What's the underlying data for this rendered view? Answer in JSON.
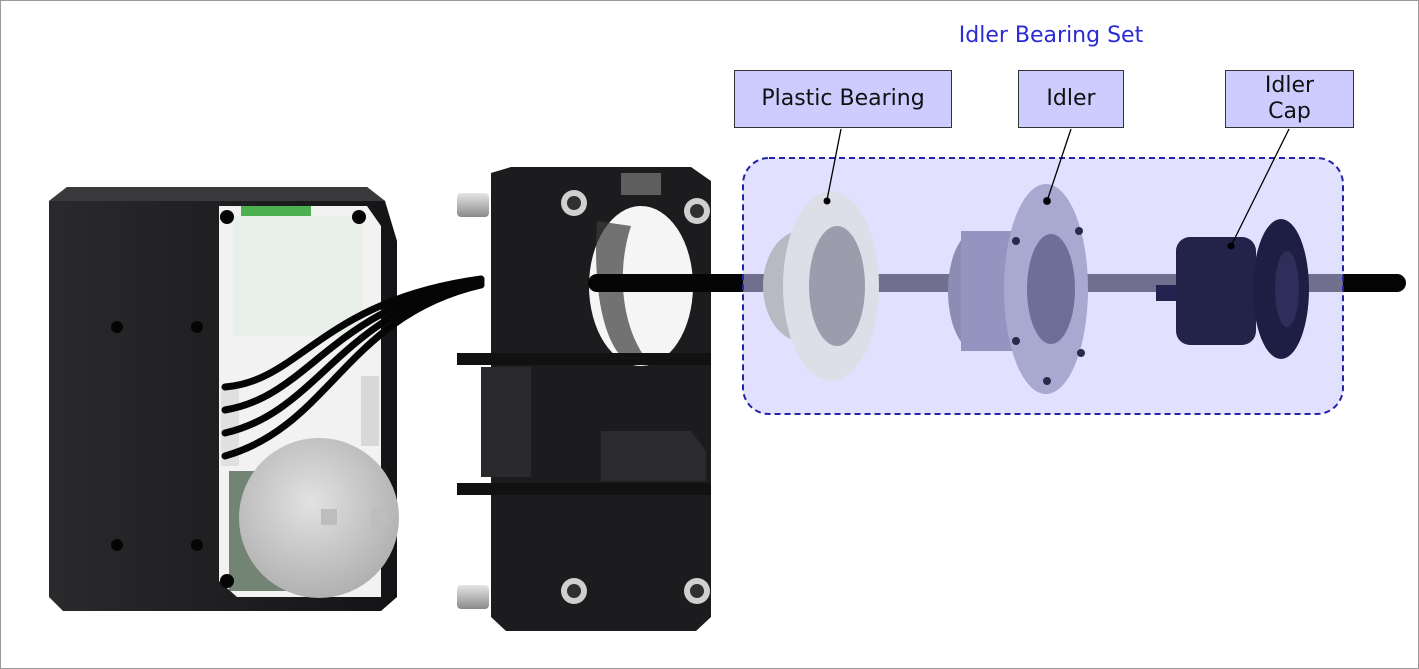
{
  "diagram": {
    "set_title": "Idler Bearing Set",
    "labels": {
      "plastic_bearing": "Plastic Bearing",
      "idler": "Idler",
      "idler_cap_line1": "Idler",
      "idler_cap_line2": "Cap"
    }
  },
  "colors": {
    "label_fill": "#ccccff",
    "group_fill": "#c8c8ff",
    "group_border": "#2222aa",
    "title_text": "#2b2bd6",
    "housing": "#1c1c1e",
    "shaft": "#050505"
  }
}
